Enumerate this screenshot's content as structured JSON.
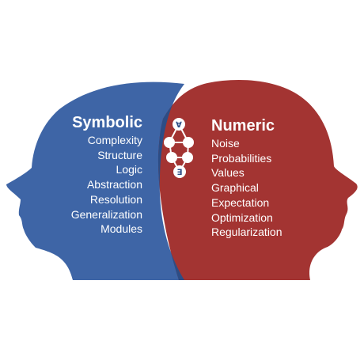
{
  "colors": {
    "symbolic_head": "#3e65a6",
    "numeric_head": "#a33432",
    "overlap": "#2c4d86",
    "text": "#ffffff",
    "background": "#ffffff"
  },
  "symbolic": {
    "title": "Symbolic",
    "items": [
      "Complexity",
      "Structure",
      "Logic",
      "Abstraction",
      "Resolution",
      "Generalization",
      "Modules"
    ]
  },
  "numeric": {
    "title": "Numeric",
    "items": [
      "Noise",
      "Probabilities",
      "Values",
      "Graphical",
      "Expectation",
      "Optimization",
      "Regularization"
    ]
  },
  "graph": {
    "top_node_symbol": "∀",
    "bottom_node_symbol": "∃"
  }
}
